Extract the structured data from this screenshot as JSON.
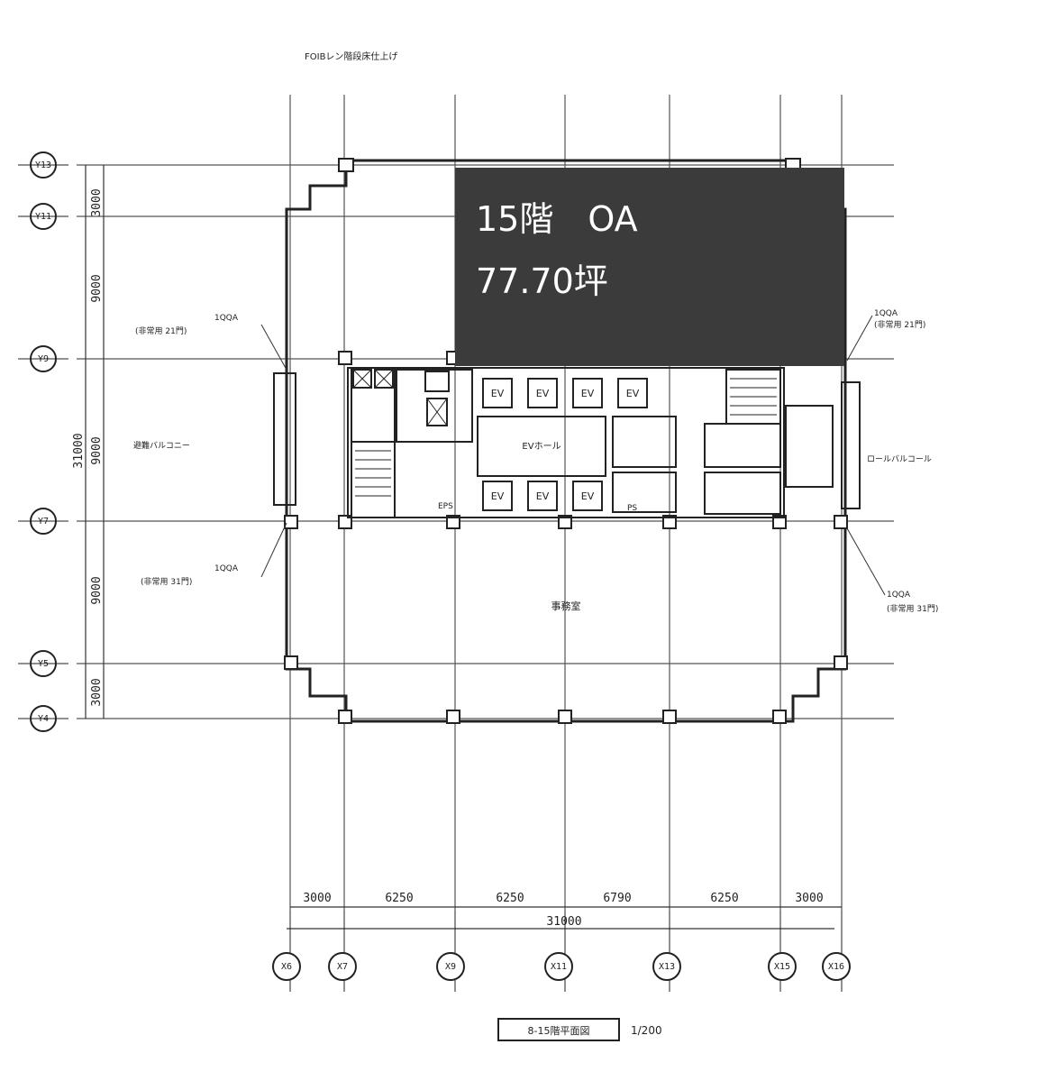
{
  "highlight": {
    "floor_label": "15階　OA",
    "area_label": "77.70坪",
    "fill_color": "#3b3b3b"
  },
  "header_note": "FOIBレン階段床仕上げ",
  "room_labels": {
    "balcony_left": "避難バルコニー",
    "balcony_right": "ロールバルコール",
    "lobby": "EVホール",
    "office_south": "事務室",
    "ev": "EV",
    "ps": "PS",
    "eps": "EPS"
  },
  "callouts": {
    "nw": "1QQA",
    "nw_sub": "(非常用 21門)",
    "ne": "1QQA",
    "ne_sub": "(非常用 21門)",
    "sw": "1QQA",
    "sw_sub": "(非常用 31門)",
    "se": "1QQA",
    "se_sub": "(非常用 31門)"
  },
  "dims_bottom": [
    "3000",
    "6250",
    "6250",
    "6790",
    "6250",
    "3000"
  ],
  "dim_total_bottom": "31000",
  "dims_left": [
    "3000",
    "9000",
    "9000",
    "9000",
    "3000"
  ],
  "dim_total_left": "31000",
  "grid_bubbles_left": [
    "Y13",
    "Y11",
    "Y9",
    "Y7",
    "Y5",
    "Y4"
  ],
  "grid_bubbles_bottom": [
    "X6",
    "X7",
    "X9",
    "X11",
    "X13",
    "X15",
    "X16"
  ],
  "title_block": "8-15階平面図",
  "scale": "1/200"
}
